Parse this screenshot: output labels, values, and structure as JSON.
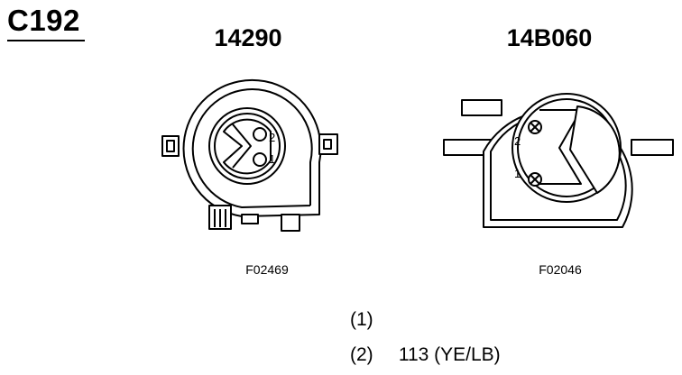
{
  "connector": {
    "id": "C192"
  },
  "views": [
    {
      "part_number": "14290",
      "figure_code": "F02469",
      "pin_labels": [
        "2",
        "1"
      ]
    },
    {
      "part_number": "14B060",
      "figure_code": "F02046",
      "pin_labels": [
        "2",
        "1"
      ]
    }
  ],
  "pinout": [
    {
      "pin": "(1)",
      "circuit": ""
    },
    {
      "pin": "(2)",
      "circuit": "113 (YE/LB)"
    }
  ]
}
